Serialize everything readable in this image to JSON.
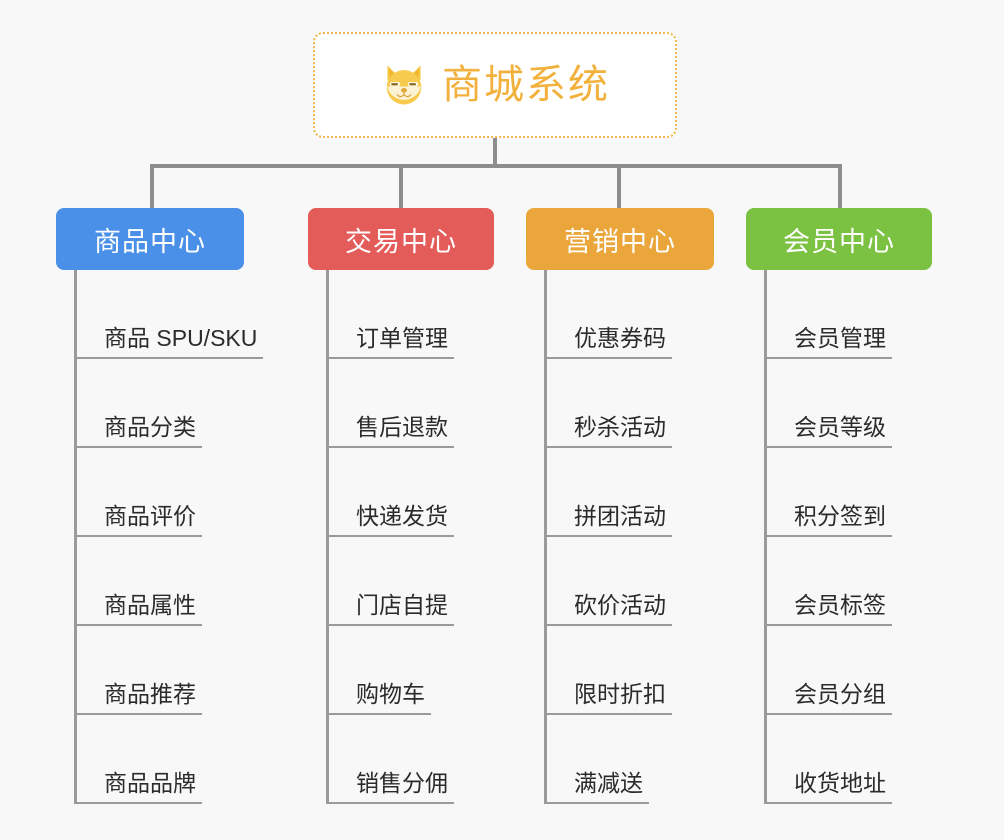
{
  "diagram": {
    "background_color": "#f8f8f8",
    "root": {
      "title": "商城系统",
      "icon": "shiba-dog-face-icon",
      "border_color": "#f0b84a",
      "text_color": "#f2b13c",
      "background_color": "#ffffff"
    },
    "connector_color": "#8d8d8d",
    "groups": [
      {
        "label": "商品中心",
        "color": "#4a90e8",
        "items": [
          "商品 SPU/SKU",
          "商品分类",
          "商品评价",
          "商品属性",
          "商品推荐",
          "商品品牌"
        ]
      },
      {
        "label": "交易中心",
        "color": "#e45c59",
        "items": [
          "订单管理",
          "售后退款",
          "快递发货",
          "门店自提",
          "购物车",
          "销售分佣"
        ]
      },
      {
        "label": "营销中心",
        "color": "#eaa63b",
        "items": [
          "优惠券码",
          "秒杀活动",
          "拼团活动",
          "砍价活动",
          "限时折扣",
          "满减送"
        ]
      },
      {
        "label": "会员中心",
        "color": "#7cc242",
        "items": [
          "会员管理",
          "会员等级",
          "积分签到",
          "会员标签",
          "会员分组",
          "收货地址"
        ]
      }
    ]
  }
}
